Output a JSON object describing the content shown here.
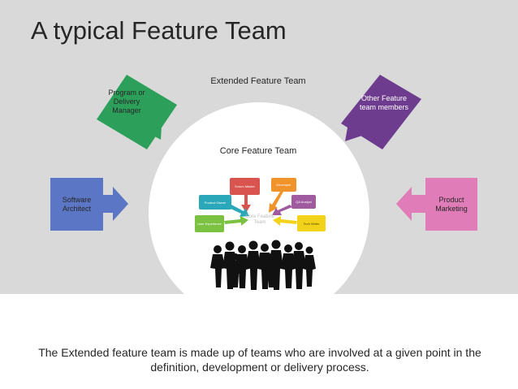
{
  "title": "A typical Feature Team",
  "extended_label": "Extended Feature Team",
  "core_label": "Core Feature Team",
  "outer_roles": {
    "program_manager": "Program or Delivery Manager",
    "other_members": "Other Feature team members",
    "software_architect": "Software Architect",
    "product_marketing": "Product Marketing"
  },
  "core_roles": {
    "scrum_master": "Scrum Master",
    "product_owner": "Product Owner",
    "ux": "User Experience",
    "developer": "Developer",
    "qa": "QA Analyst",
    "tech_writer": "Tech Writer"
  },
  "core_center": "Core Feature Team",
  "caption": "The Extended feature team is made up of teams who are involved at a given point in the definition, development or delivery process.",
  "colors": {
    "gray_band": "#d9d9d9",
    "green": "#2ca05a",
    "purple": "#6e3c8e",
    "blue": "#5b76c4",
    "pink": "#e07cb8",
    "red": "#d9534f",
    "orange": "#f0932b",
    "mauve": "#a05aa0",
    "teal": "#2aa7b8",
    "lime": "#7cc242",
    "yellow": "#f2d21b"
  }
}
